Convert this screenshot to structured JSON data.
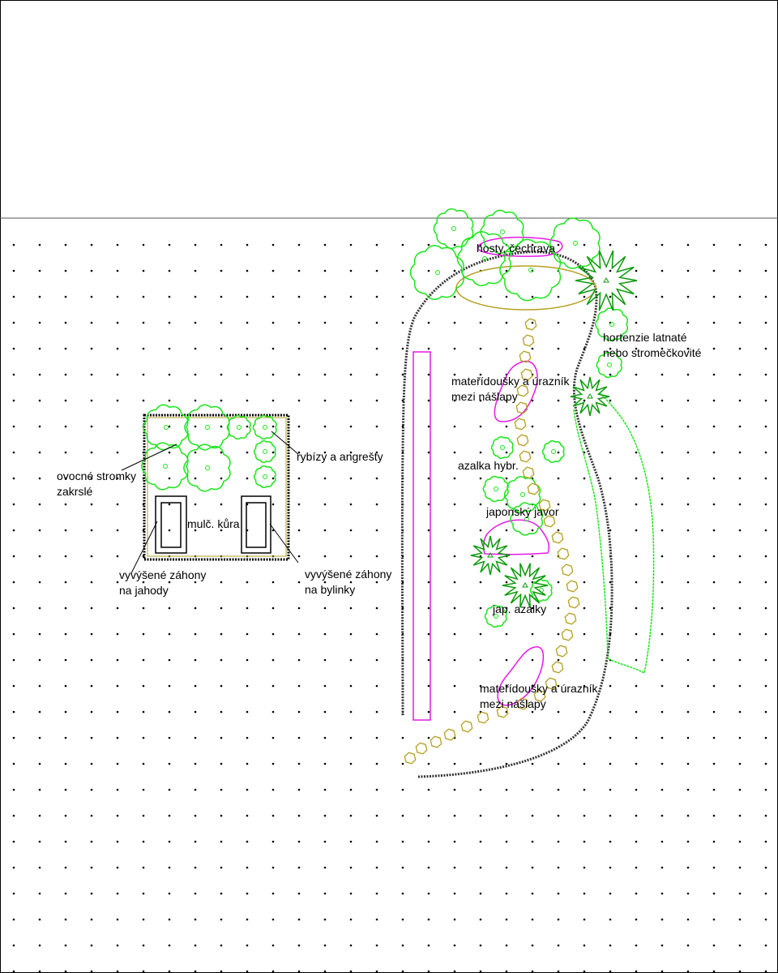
{
  "colors": {
    "background": "#ffffff",
    "line": "#000000",
    "plant": "#19e619",
    "dark_plant": "#0a9a0a",
    "path": "#b5a020",
    "accent": "#e619e6"
  },
  "labels": {
    "hosty": "hosty, čechrava",
    "hortenzie_1": "hortenzie latnaté",
    "hortenzie_2": "nebo stromečkovité",
    "materidousky_top_1": "mateřídoušky a úrazník",
    "materidousky_top_2": "mezi nášlapy",
    "azalka_hybr": "azalka hybr.",
    "japonsky_javor": "japonský javor",
    "jap_azalky": "jap. azalky",
    "materidousky_bottom_1": "mateřídoušky a úrazník",
    "materidousky_bottom_2": "mezi nášlapy",
    "ribizy": "rybízy a angrešty",
    "ovocne_1": "ovocné stromky",
    "ovocne_2": "zakrslé",
    "mulc_kura": "mulč. kůra",
    "zahony_jahody_1": "vyvýšené záhony",
    "zahony_jahody_2": "na jahody",
    "zahony_bylinky_1": "vyvýšené záhony",
    "zahony_bylinky_2": "na bylinky"
  },
  "icons": {
    "tree": "green-scalloped-circle-icon",
    "conifer": "spiky-star-icon",
    "stepping_stone": "hexagon-stone-icon"
  }
}
